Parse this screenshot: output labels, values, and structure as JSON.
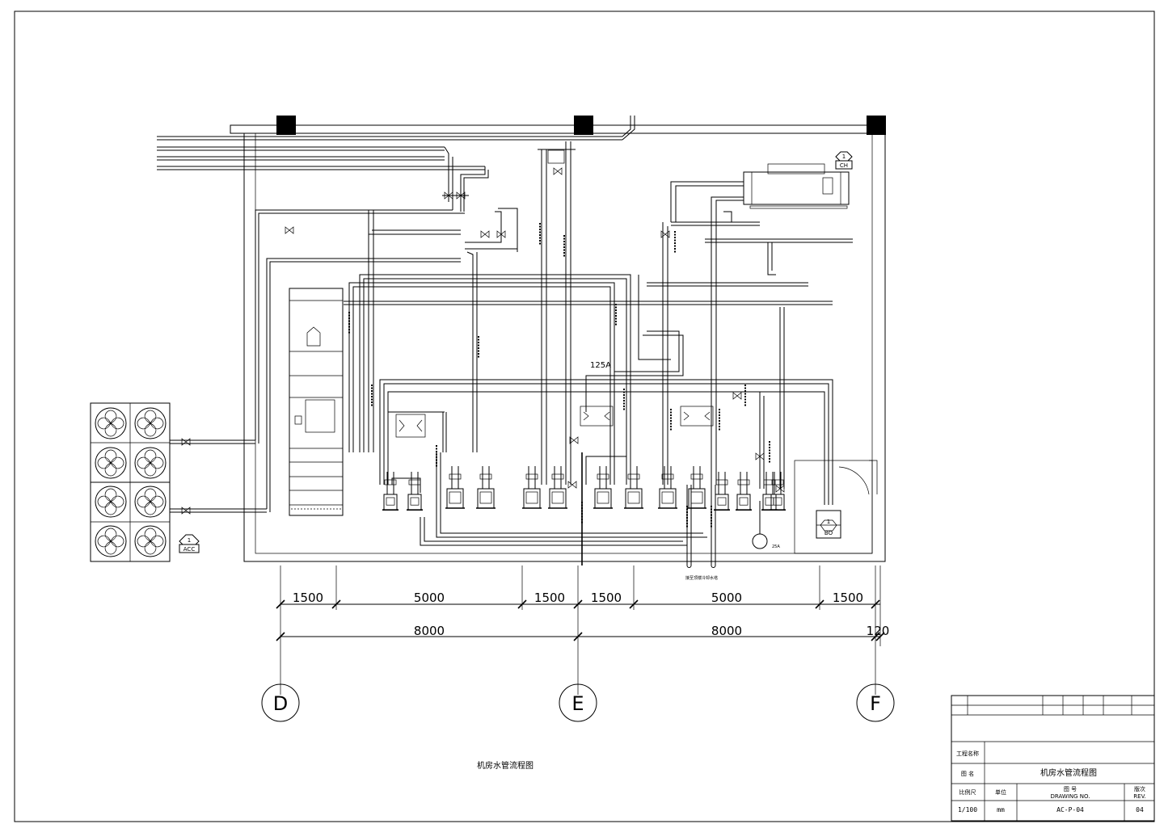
{
  "drawing": {
    "caption": "机房水管流程图",
    "outlet_note": "接至顶楼冷却水塔",
    "pipe_size_main": "125A",
    "pipe_size_pump": "25A"
  },
  "equipment_tags": {
    "acc": {
      "num": "1",
      "code": "ACC"
    },
    "ch": {
      "num": "1",
      "code": "CH"
    },
    "bo": {
      "num": "1",
      "code": "BO"
    }
  },
  "dimensions": {
    "top_row": [
      "1500",
      "5000",
      "1500",
      "1500",
      "5000",
      "1500"
    ],
    "bottom_row": [
      "8000",
      "8000",
      "120"
    ]
  },
  "grid_axes": [
    "D",
    "E",
    "F"
  ],
  "title_block": {
    "project_name_label": "工程名称",
    "drawing_name_label": "图 名",
    "drawing_name": "机房水管流程图",
    "scale_label": "比例尺",
    "unit_label": "单位",
    "drawing_no_label": "图 号",
    "drawing_no_label_en": "DRAWING NO.",
    "rev_label": "版次",
    "rev_label_en": "REV.",
    "scale_value": "1/100",
    "unit_value": "mm",
    "drawing_no": "AC-P-04",
    "rev": "04"
  }
}
